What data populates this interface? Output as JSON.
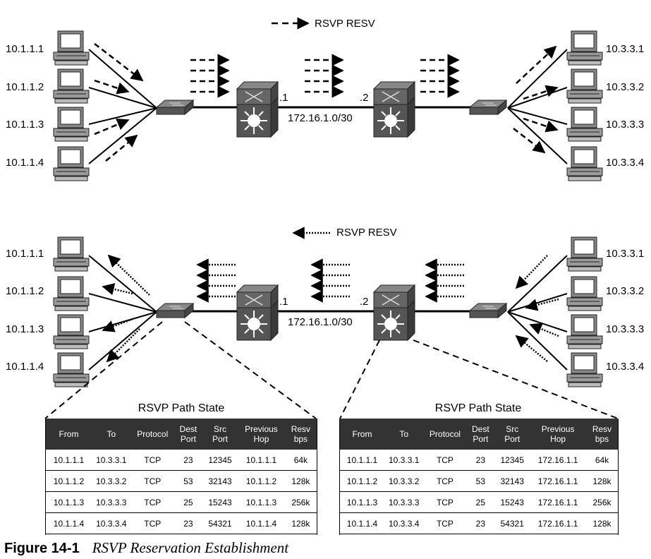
{
  "top": {
    "legend": "RSVP RESV",
    "left_hosts": [
      "10.1.1.1",
      "10.1.1.2",
      "10.1.1.3",
      "10.1.1.4"
    ],
    "right_hosts": [
      "10.3.3.1",
      "10.3.3.2",
      "10.3.3.3",
      "10.3.3.4"
    ],
    "router_left_label": ".1",
    "router_right_label": ".2",
    "link_label": "172.16.1.0/30"
  },
  "bottom": {
    "legend": "RSVP RESV",
    "left_hosts": [
      "10.1.1.1",
      "10.1.1.2",
      "10.1.1.3",
      "10.1.1.4"
    ],
    "right_hosts": [
      "10.3.3.1",
      "10.3.3.2",
      "10.3.3.3",
      "10.3.3.4"
    ],
    "router_left_label": ".1",
    "router_right_label": ".2",
    "link_label": "172.16.1.0/30"
  },
  "tables": [
    {
      "title": "RSVP Path State",
      "headers": [
        "From",
        "To",
        "Protocol",
        "Dest Port",
        "Src Port",
        "Previous Hop",
        "Resv bps"
      ],
      "rows": [
        [
          "10.1.1.1",
          "10.3.3.1",
          "TCP",
          "23",
          "12345",
          "10.1.1.1",
          "64k"
        ],
        [
          "10.1.1.2",
          "10.3.3.2",
          "TCP",
          "53",
          "32143",
          "10.1.1.2",
          "128k"
        ],
        [
          "10.1.1.3",
          "10.3.3.3",
          "TCP",
          "25",
          "15243",
          "10.1.1.3",
          "256k"
        ],
        [
          "10.1.1.4",
          "10.3.3.4",
          "TCP",
          "23",
          "54321",
          "10.1.1.4",
          "128k"
        ]
      ]
    },
    {
      "title": "RSVP Path State",
      "headers": [
        "From",
        "To",
        "Protocol",
        "Dest Port",
        "Src Port",
        "Previous Hop",
        "Resv bps"
      ],
      "rows": [
        [
          "10.1.1.1",
          "10.3.3.1",
          "TCP",
          "23",
          "12345",
          "172.16.1.1",
          "64k"
        ],
        [
          "10.1.1.2",
          "10.3.3.2",
          "TCP",
          "53",
          "32143",
          "172.16.1.1",
          "128k"
        ],
        [
          "10.1.1.3",
          "10.3.3.3",
          "TCP",
          "25",
          "15243",
          "172.16.1.1",
          "256k"
        ],
        [
          "10.1.1.4",
          "10.3.3.4",
          "TCP",
          "23",
          "54321",
          "172.16.1.1",
          "128k"
        ]
      ]
    }
  ],
  "caption": {
    "figure": "Figure 14-1",
    "title": "RSVP Reservation Establishment"
  },
  "colors": {
    "device": "#555555",
    "device_light": "#777777",
    "table_header": "#333333"
  }
}
